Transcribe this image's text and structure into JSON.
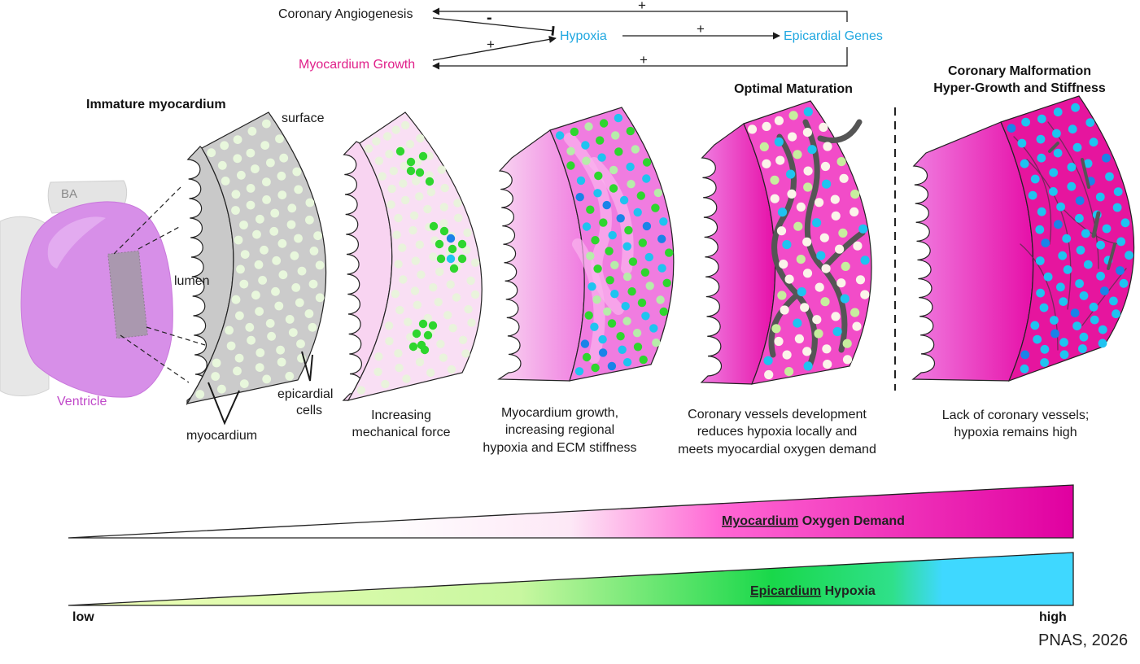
{
  "colors": {
    "gray_tissue": "#c9c9c9",
    "light_pink": "#f8d4f1",
    "pink": "#f07ce0",
    "magenta": "#e60fa8",
    "ventricle": "#d78fe8",
    "cell_pale": "#e8f7dc",
    "cell_green": "#2ed62e",
    "cell_cyan": "#1fc3f0",
    "cell_blue": "#1a83e8",
    "vessel": "#555555",
    "label_pink": "#e0208a",
    "label_cyan": "#1fa7e0",
    "hypoxia_low": "#f0ffb8",
    "hypoxia_mid": "#19d84a",
    "hypoxia_high": "#3fd8ff",
    "demand_high": "#e000a0"
  },
  "feedback": {
    "angiogenesis": "Coronary Angiogenesis",
    "hypoxia": "Hypoxia",
    "epicardial_genes": "Epicardial Genes",
    "myocardium_growth": "Myocardium Growth",
    "plus": "+",
    "minus": "-"
  },
  "stages": {
    "immature_title": "Immature myocardium",
    "optimal_title": "Optimal Maturation",
    "malformation_title_1": "Coronary Malformation",
    "malformation_title_2": "Hyper-Growth and Stiffness"
  },
  "labels": {
    "surface": "surface",
    "ba": "BA",
    "lumen": "lumen",
    "ventricle": "Ventricle",
    "myocardium": "myocardium",
    "epicardial_1": "epicardial",
    "epicardial_2": "cells"
  },
  "captions": {
    "c1_1": "Increasing",
    "c1_2": "mechanical force",
    "c2_1": "Myocardium growth,",
    "c2_2": "increasing regional",
    "c2_3": "hypoxia and ECM stiffness",
    "c3_1": "Coronary vessels development",
    "c3_2": "reduces hypoxia locally and",
    "c3_3": "meets myocardial oxygen demand",
    "c4_1": "Lack of coronary vessels;",
    "c4_2": "hypoxia remains high"
  },
  "gradients": {
    "demand_underlined": "Myocardium",
    "demand_rest": " Oxygen Demand",
    "hypoxia_underlined": "Epicardium",
    "hypoxia_rest": " Hypoxia",
    "low": "low",
    "high": "high"
  },
  "credit": "PNAS, 2026"
}
